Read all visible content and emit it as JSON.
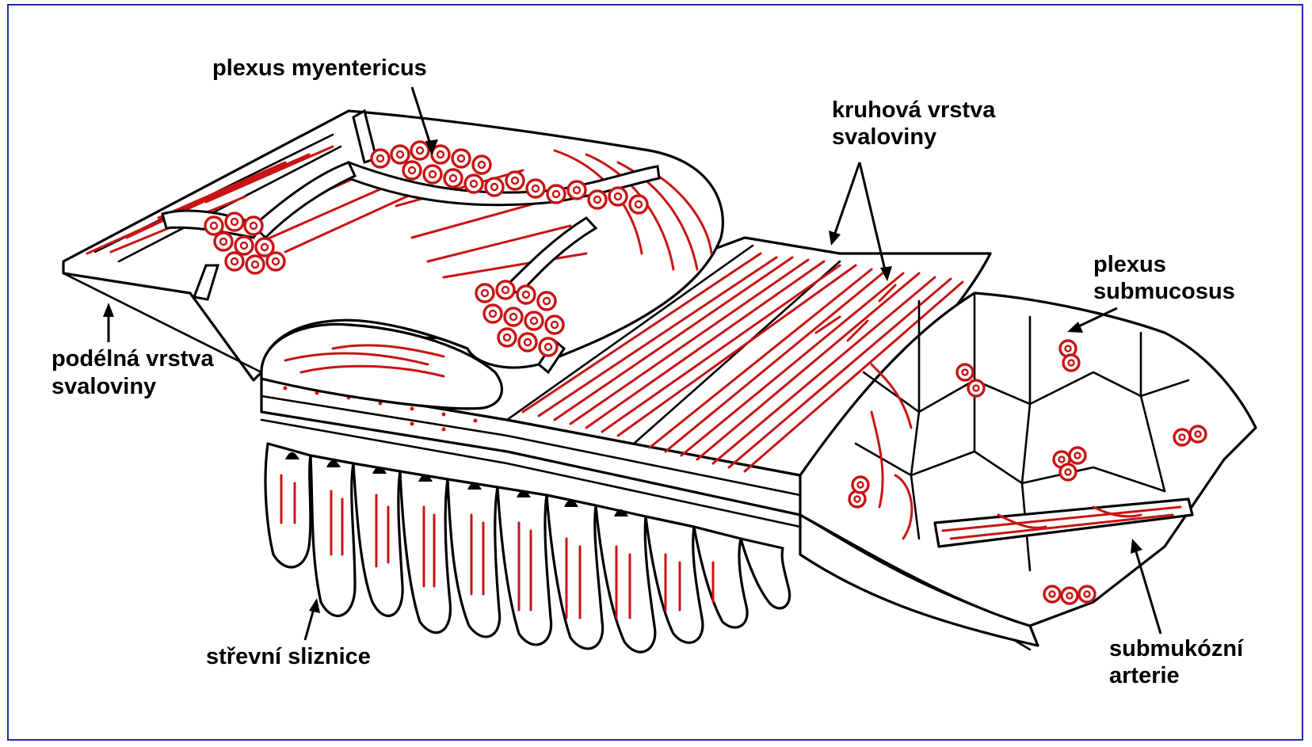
{
  "colors": {
    "frame_border": "#1f2bb0",
    "outline": "#000000",
    "muscle_fibers": "#c81414",
    "background": "#ffffff"
  },
  "labels": {
    "plexus_myentericus": "plexus myentericus",
    "kruhova_line1": "kruhová vrstva",
    "kruhova_line2": "svaloviny",
    "plexus_sub_line1": "plexus",
    "plexus_sub_line2": "submucosus",
    "podelna_line1": "podélná vrstva",
    "podelna_line2": "svaloviny",
    "strevni_sliznice": "střevní sliznice",
    "submukozni_line1": "submukózní",
    "submukozni_line2": "arterie"
  }
}
